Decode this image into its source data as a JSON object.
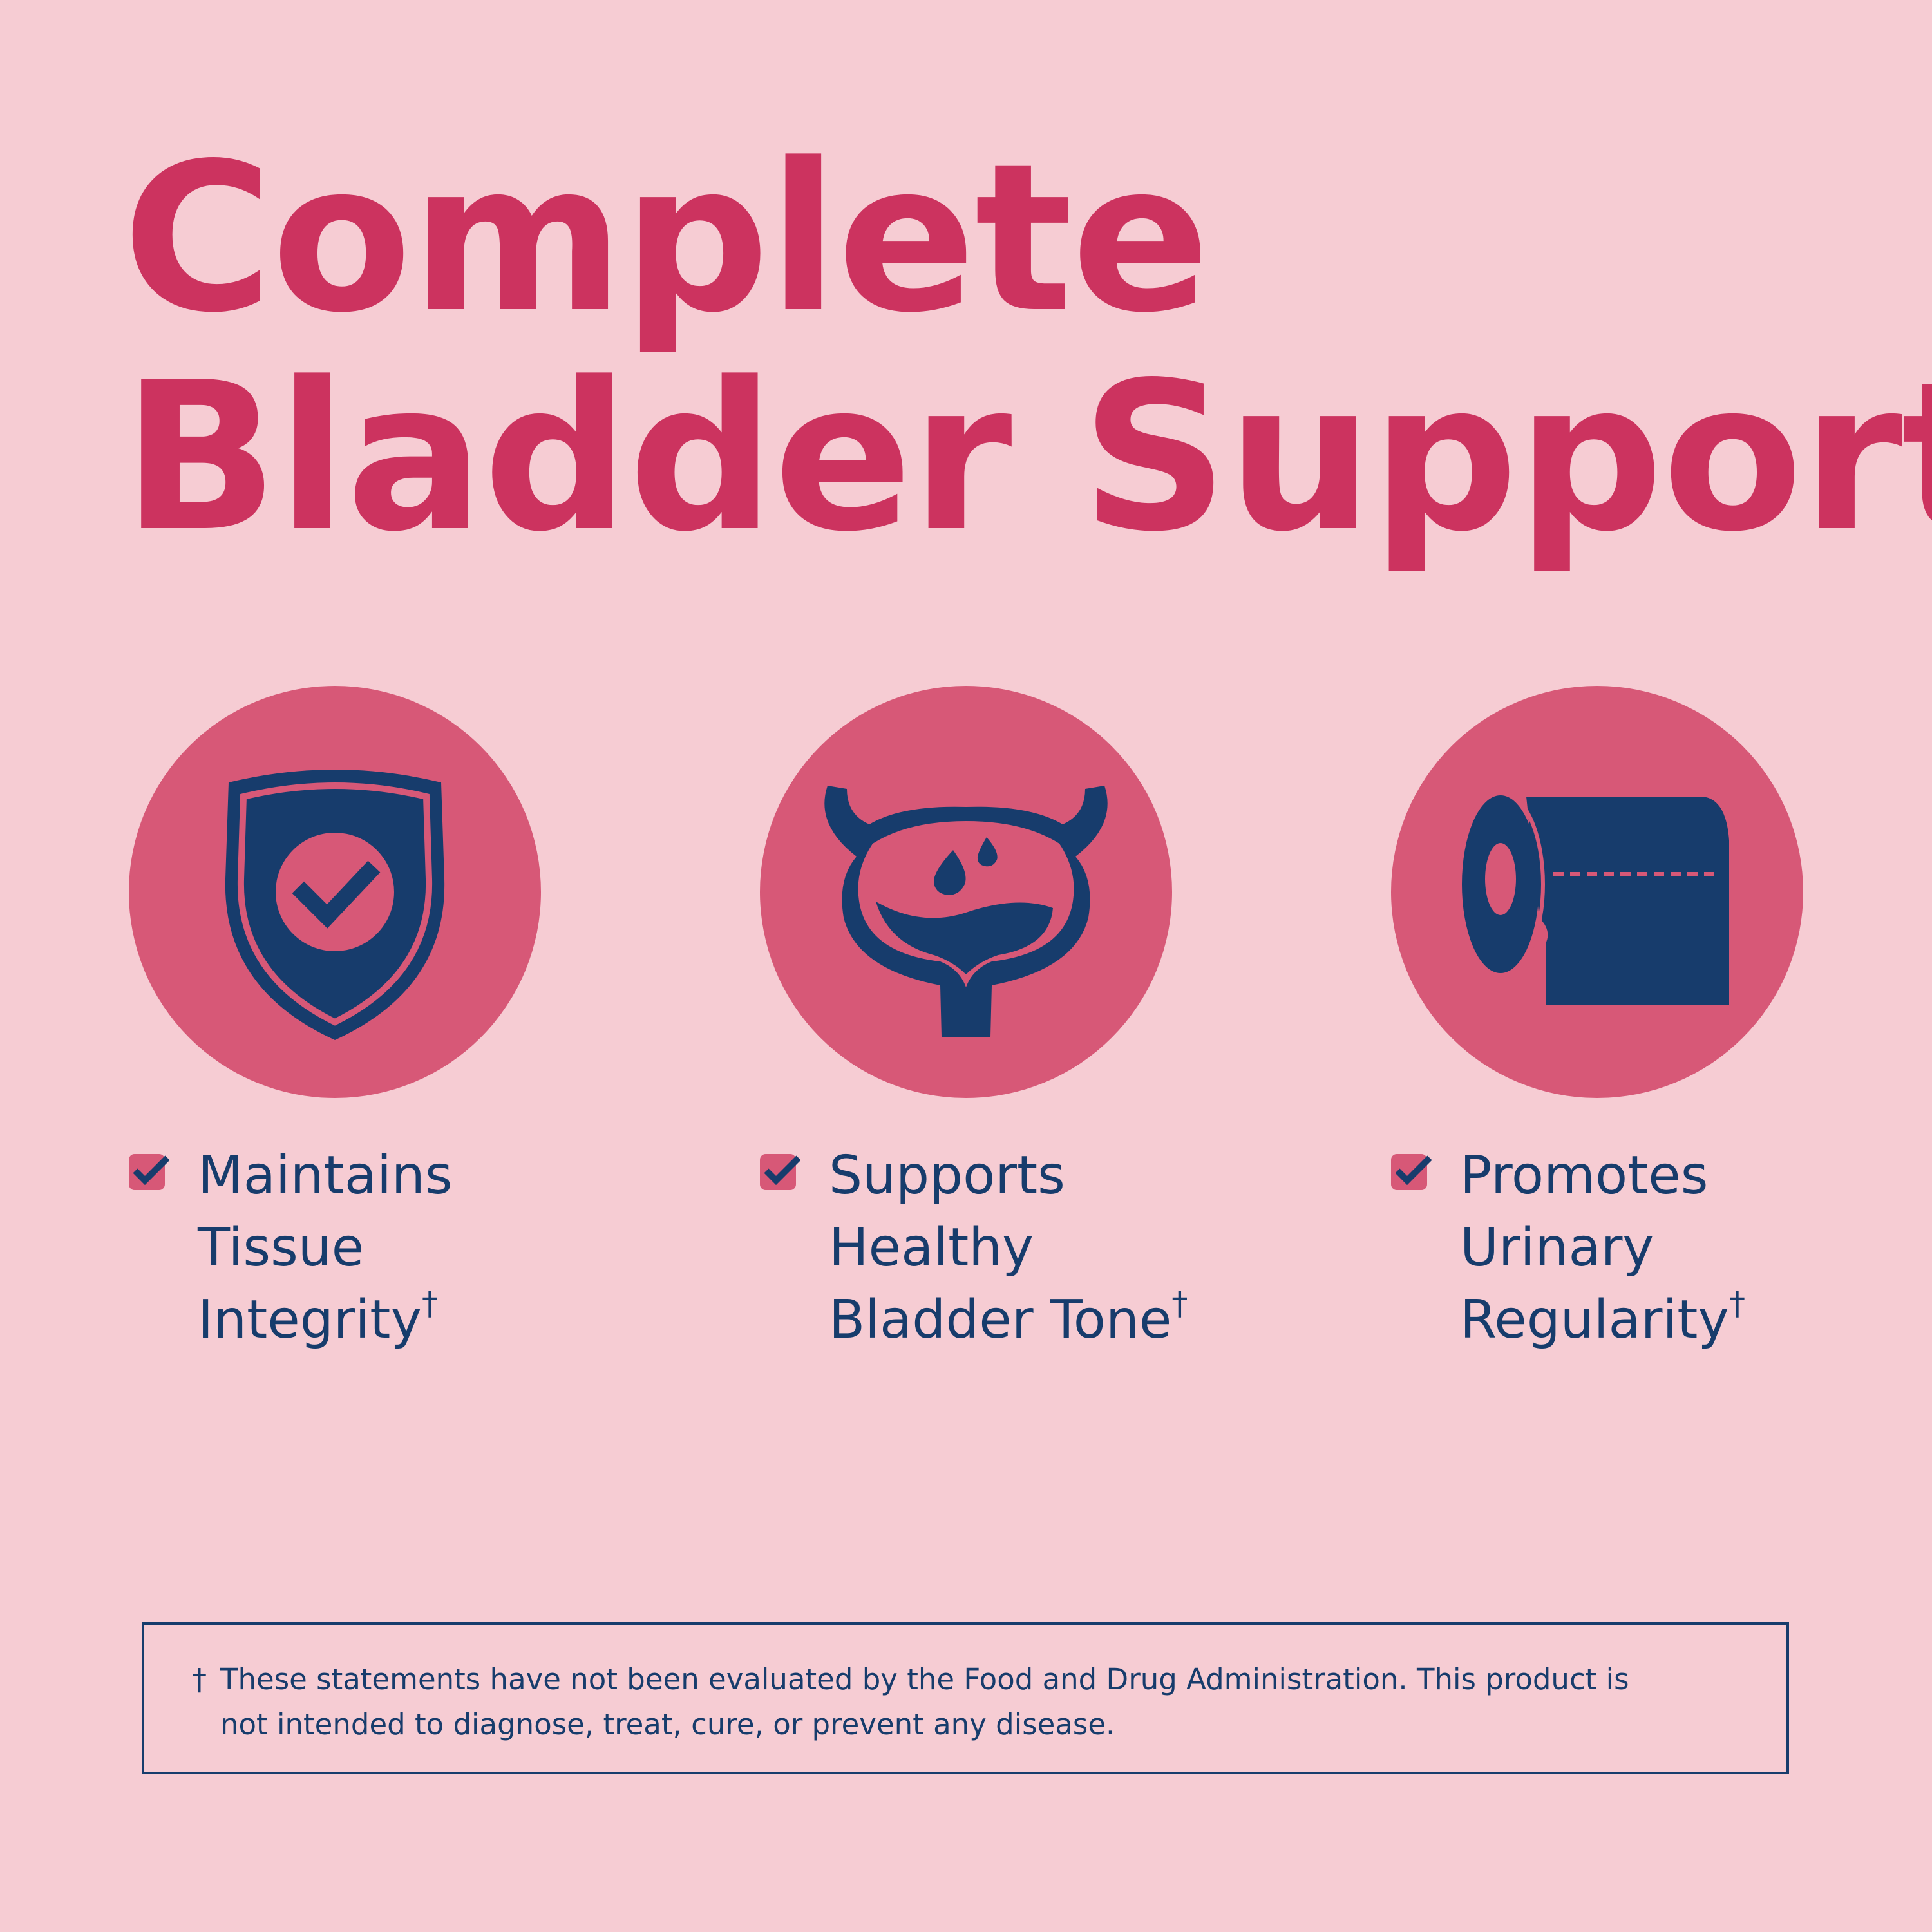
{
  "headline": {
    "line1": "Complete",
    "line2": "Bladder Support"
  },
  "colors": {
    "background": "#f6ccd3",
    "accent": "#cc335f",
    "circle": "#d75877",
    "navy": "#173c6c"
  },
  "features": [
    {
      "icon": "shield-check-icon",
      "lines": [
        "Maintains",
        "Tissue",
        "Integrity"
      ],
      "mark": "†"
    },
    {
      "icon": "bladder-icon",
      "lines": [
        "Supports",
        "Healthy",
        "Bladder Tone"
      ],
      "mark": "†"
    },
    {
      "icon": "toilet-paper-icon",
      "lines": [
        "Promotes",
        "Urinary",
        "Regularity"
      ],
      "mark": "†"
    }
  ],
  "disclaimer": {
    "dagger": "†",
    "line1": "These statements have not been evaluated by the Food and Drug Administration. This product is",
    "line2": "not intended to diagnose, treat, cure, or prevent any disease."
  }
}
